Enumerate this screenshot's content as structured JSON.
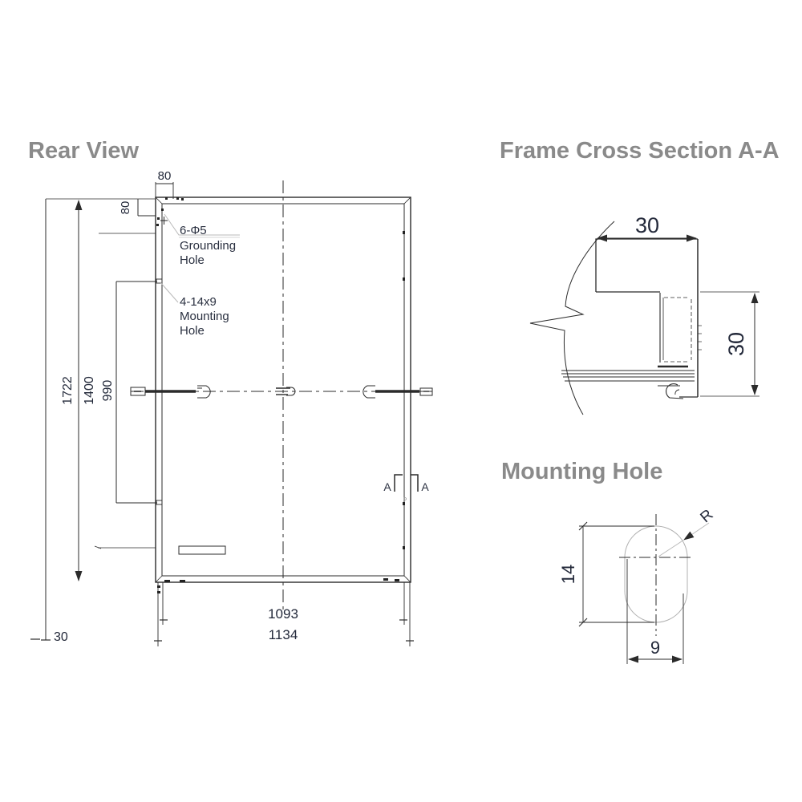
{
  "colors": {
    "title": "#8a8a8a",
    "line": "#2b2b2b",
    "dim_text": "#23293a",
    "leader": "#b9b9b9"
  },
  "rear_view": {
    "title": "Rear View",
    "dims": {
      "overall_length": "1722",
      "inner_length": "1400",
      "mounting_span": "990",
      "bottom_offset": "30",
      "grounding_offset_x": "80",
      "grounding_offset_y": "80",
      "hole_span_width": "1093",
      "overall_width": "1134"
    },
    "labels": {
      "grounding_line1": "6-Φ5",
      "grounding_line2": "Grounding",
      "grounding_line3": "Hole",
      "mounting_line1": "4-14x9",
      "mounting_line2": "Mounting",
      "mounting_line3": "Hole",
      "section_a_left": "A",
      "section_a_right": "A"
    }
  },
  "cross_section": {
    "title": "Frame Cross Section A-A",
    "dims": {
      "flange_width": "30",
      "frame_height": "30"
    }
  },
  "mounting_hole": {
    "title": "Mounting Hole",
    "dims": {
      "slot_length": "14",
      "slot_width": "9",
      "radius": "R"
    }
  }
}
